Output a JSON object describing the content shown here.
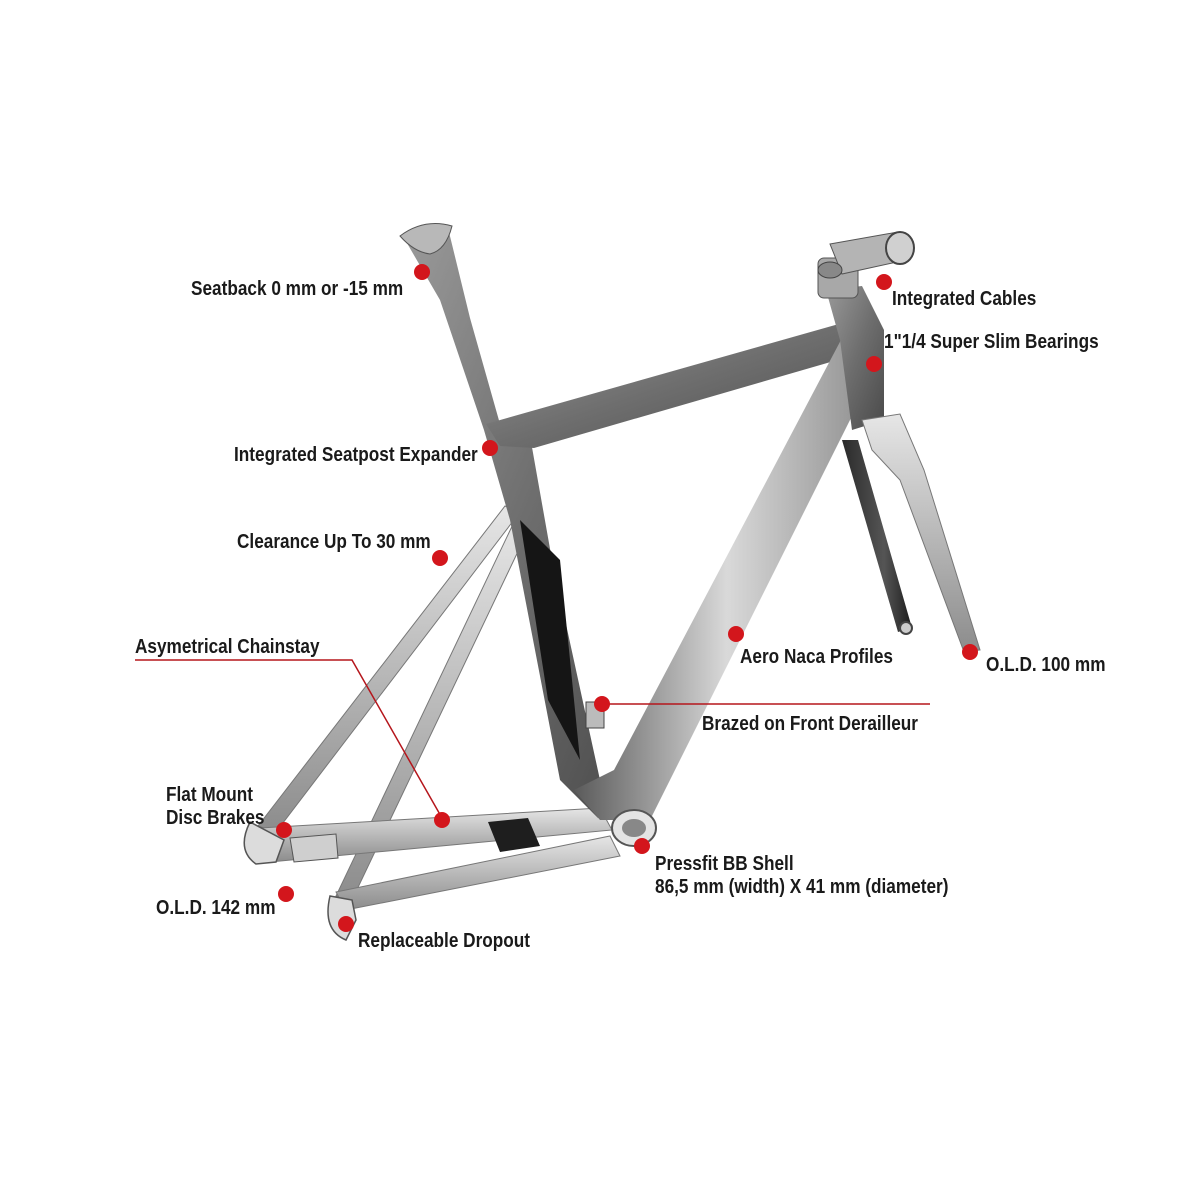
{
  "colors": {
    "marker": "#d3161c",
    "leader": "#b5161c",
    "label_text": "#1a1a1a",
    "frame_light": "#d8d8d8",
    "frame_mid": "#8e8e8e",
    "frame_dark": "#333333"
  },
  "callouts": {
    "seatback": "Seatback 0 mm or -15 mm",
    "integrated_cables": "Integrated Cables",
    "bearings": "1\"1/4 Super Slim Bearings",
    "seatpost_expander": "Integrated Seatpost Expander",
    "clearance": "Clearance Up To 30 mm",
    "chainstay": "Asymetrical Chainstay",
    "aero": "Aero Naca Profiles",
    "old_front": "O.L.D. 100 mm",
    "front_derailleur": "Brazed  on Front Derailleur",
    "flat_mount_1": "Flat Mount",
    "flat_mount_2": "Disc Brakes",
    "bb_shell_1": "Pressfit BB Shell",
    "bb_shell_2": "86,5 mm (width) X 41 mm (diameter)",
    "old_rear": "O.L.D. 142 mm",
    "dropout": "Replaceable Dropout"
  }
}
